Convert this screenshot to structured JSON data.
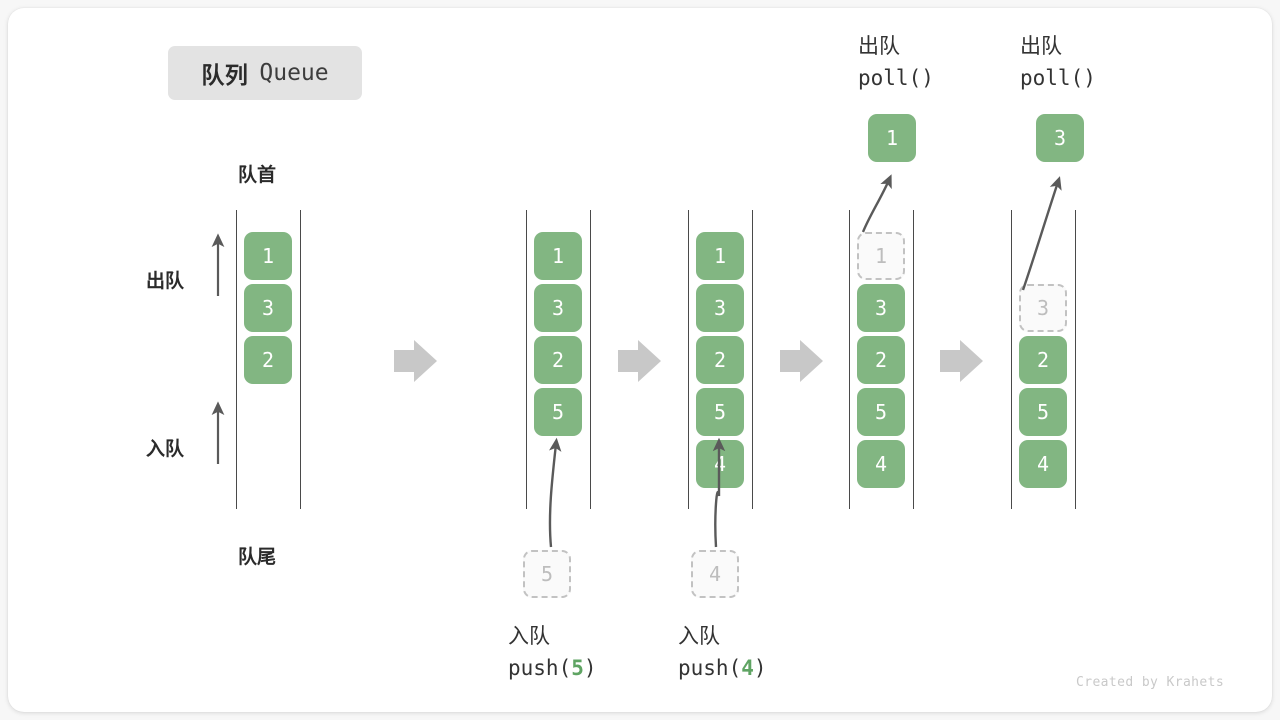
{
  "title": {
    "cn": "队列",
    "en": "Queue"
  },
  "labels": {
    "front": "队首",
    "rear": "队尾",
    "dequeue": "出队",
    "enqueue": "入队"
  },
  "credit": "Created by Krahets",
  "colors": {
    "element_green": "#82b682",
    "ghost_border": "#c2c2c2",
    "ghost_text": "#bdbdbd",
    "transition_arrow": "#c8c8c8",
    "rail": "#4a4a4a",
    "badge_bg": "#e3e3e3",
    "accent_green_text": "#5fa463"
  },
  "side_labels": [
    {
      "text": "出队",
      "name": "dequeue-direction-label"
    },
    {
      "text": "入队",
      "name": "enqueue-direction-label"
    }
  ],
  "operations": [
    {
      "cn": "入队",
      "call": "push(",
      "arg": "5",
      "close": ")"
    },
    {
      "cn": "入队",
      "call": "push(",
      "arg": "4",
      "close": ")"
    },
    {
      "cn": "出队",
      "call": "poll()",
      "arg": "",
      "close": ""
    },
    {
      "cn": "出队",
      "call": "poll()",
      "arg": "",
      "close": ""
    }
  ],
  "columns": [
    {
      "name": "queue-state-initial",
      "cells": [
        {
          "value": "1",
          "state": "filled"
        },
        {
          "value": "3",
          "state": "filled"
        },
        {
          "value": "2",
          "state": "filled"
        }
      ]
    },
    {
      "name": "queue-state-after-push-5",
      "cells": [
        {
          "value": "1",
          "state": "filled"
        },
        {
          "value": "3",
          "state": "filled"
        },
        {
          "value": "2",
          "state": "filled"
        },
        {
          "value": "5",
          "state": "filled"
        }
      ]
    },
    {
      "name": "queue-state-after-push-4",
      "cells": [
        {
          "value": "1",
          "state": "filled"
        },
        {
          "value": "3",
          "state": "filled"
        },
        {
          "value": "2",
          "state": "filled"
        },
        {
          "value": "5",
          "state": "filled"
        },
        {
          "value": "4",
          "state": "filled"
        }
      ]
    },
    {
      "name": "queue-state-poll-1",
      "cells": [
        {
          "value": "1",
          "state": "ghost"
        },
        {
          "value": "3",
          "state": "filled"
        },
        {
          "value": "2",
          "state": "filled"
        },
        {
          "value": "5",
          "state": "filled"
        },
        {
          "value": "4",
          "state": "filled"
        }
      ]
    },
    {
      "name": "queue-state-poll-3",
      "cells": [
        {
          "value": "",
          "state": "empty"
        },
        {
          "value": "3",
          "state": "ghost"
        },
        {
          "value": "2",
          "state": "filled"
        },
        {
          "value": "5",
          "state": "filled"
        },
        {
          "value": "4",
          "state": "filled"
        }
      ]
    }
  ],
  "incoming_ghosts": [
    {
      "value": "5",
      "name": "incoming-element-5"
    },
    {
      "value": "4",
      "name": "incoming-element-4"
    }
  ],
  "popped_elements": [
    {
      "value": "1",
      "name": "popped-element-1"
    },
    {
      "value": "3",
      "name": "popped-element-3"
    }
  ]
}
